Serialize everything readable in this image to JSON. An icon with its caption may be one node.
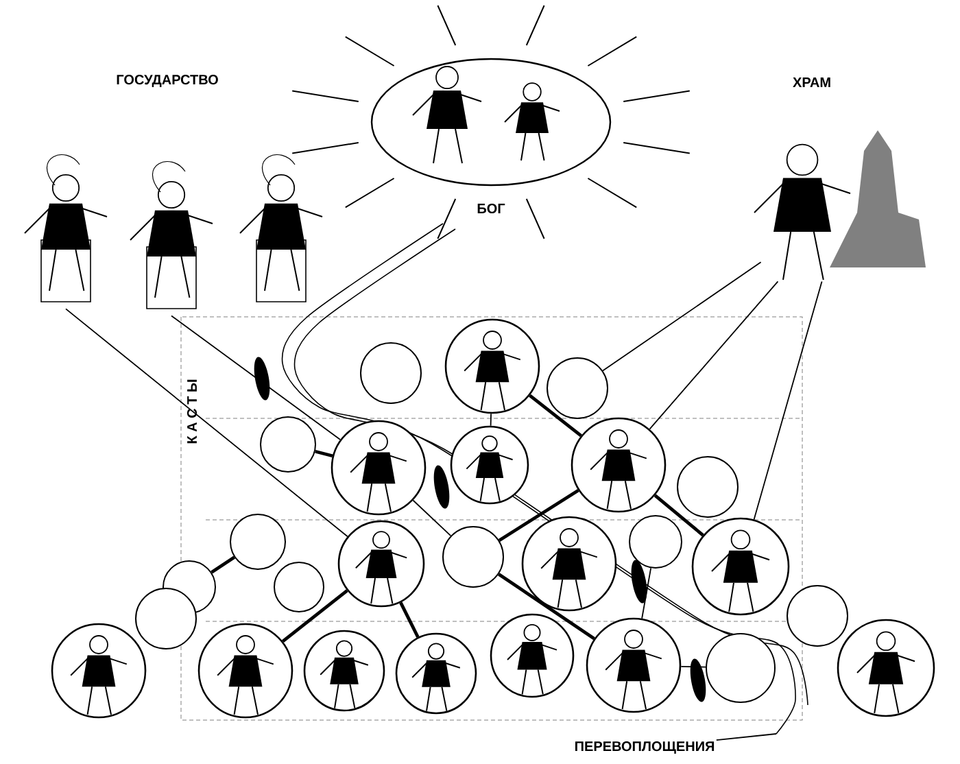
{
  "diagram": {
    "nodes": [
      {
        "text": [
          "БОГ"
        ]
      },
      {
        "text": [],
        "shape": "picture"
      },
      {
        "text": [],
        "shape": "picture"
      },
      {
        "text": [],
        "shape": "picture"
      },
      {
        "text": [],
        "shape": "picture"
      },
      {
        "text": [],
        "shape": "circle"
      },
      {
        "text": [],
        "shape": "picture"
      },
      {
        "text": [],
        "shape": "circle"
      },
      {
        "text": [],
        "shape": "circle"
      },
      {
        "text": [],
        "shape": "picture"
      },
      {
        "text": [],
        "shape": "picture"
      },
      {
        "text": [],
        "shape": "picture"
      },
      {
        "text": [],
        "shape": "circle"
      },
      {
        "text": [],
        "shape": "circle"
      },
      {
        "text": [],
        "shape": "circle"
      },
      {
        "text": [],
        "shape": "picture"
      },
      {
        "text": [],
        "shape": "circle"
      },
      {
        "text": [],
        "shape": "picture"
      },
      {
        "text": [],
        "shape": "circle"
      },
      {
        "text": [],
        "shape": "picture"
      },
      {
        "text": [],
        "shape": "circle"
      },
      {
        "text": [],
        "shape": "circle"
      },
      {
        "text": [],
        "shape": "circle"
      },
      {
        "text": [],
        "shape": "picture"
      },
      {
        "text": [],
        "shape": "picture"
      },
      {
        "text": [],
        "shape": "picture"
      },
      {
        "text": [],
        "shape": "picture"
      },
      {
        "text": [],
        "shape": "picture"
      },
      {
        "text": [],
        "shape": "picture"
      },
      {
        "text": [],
        "shape": "circle"
      },
      {
        "text": [],
        "shape": "picture"
      },
      {
        "text": [
          "ПЕРЕВОПЛОЩЕНИЯ"
        ]
      }
    ],
    "edges": [
      {
        "from": 1,
        "to": 15,
        "arrow": "none"
      },
      {
        "from": 2,
        "to": 9,
        "arrow": "none"
      },
      {
        "from": 6,
        "to": 11,
        "arrow": "none",
        "style": "thick"
      },
      {
        "from": 6,
        "to": 10,
        "arrow": "none"
      },
      {
        "from": 7,
        "to": 4,
        "arrow": "none"
      },
      {
        "from": 11,
        "to": 4,
        "arrow": "none"
      },
      {
        "from": 19,
        "to": 4,
        "arrow": "none"
      },
      {
        "from": 11,
        "to": 19,
        "arrow": "none",
        "style": "thick"
      },
      {
        "from": 9,
        "to": 8,
        "arrow": "none",
        "style": "thick"
      },
      {
        "from": 13,
        "to": 14,
        "arrow": "none",
        "style": "thick"
      },
      {
        "from": 9,
        "to": 16,
        "arrow": "none"
      },
      {
        "from": 16,
        "to": 11,
        "arrow": "none",
        "style": "thick"
      },
      {
        "from": 15,
        "to": 24,
        "arrow": "none",
        "style": "thick"
      },
      {
        "from": 15,
        "to": 26,
        "arrow": "none",
        "style": "thick"
      },
      {
        "from": 16,
        "to": 28,
        "arrow": "none",
        "style": "thick"
      },
      {
        "from": 18,
        "to": 28,
        "arrow": "none"
      },
      {
        "from": 28,
        "to": 29,
        "arrow": "none"
      },
      {
        "from": 31,
        "to": null,
        "arrow": "none"
      }
    ],
    "labels": [
      "ГОСУДАРСТВО",
      "ХРАМ",
      "К А С Т Ы"
    ]
  }
}
